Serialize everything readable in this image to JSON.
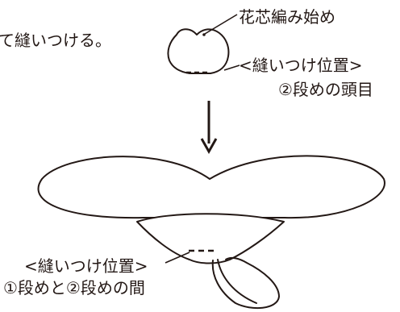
{
  "instruction_text": "て縫いつける。",
  "top_flower": {
    "start_label": "花芯編み始め",
    "position_heading": "<縫いつけ位置>",
    "position_detail": "②段めの頭目"
  },
  "bottom_flower": {
    "position_heading": "<縫いつけ位置>",
    "position_detail": "①段めと②段めの間"
  },
  "colors": {
    "line": "#231815",
    "background": "#ffffff"
  },
  "icons": {
    "arrow": "down-arrow-icon"
  }
}
